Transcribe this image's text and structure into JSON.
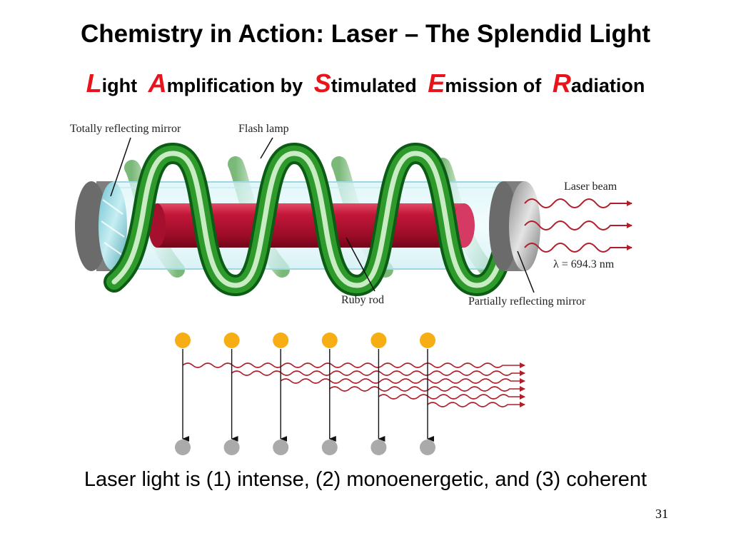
{
  "slide": {
    "title": "Chemistry in Action: Laser – The Splendid Light",
    "acronym": [
      {
        "cap": "L",
        "rest": "ight"
      },
      {
        "cap": "A",
        "rest": "mplification by"
      },
      {
        "cap": "S",
        "rest": "timulated"
      },
      {
        "cap": "E",
        "rest": "mission of"
      },
      {
        "cap": "R",
        "rest": "adiation"
      }
    ],
    "caption": "Laser light is (1) intense, (2) monoenergetic, and (3) coherent",
    "page_number": "31"
  },
  "laser_diagram": {
    "labels": {
      "total_mirror": "Totally reflecting mirror",
      "flash_lamp": "Flash lamp",
      "laser_beam": "Laser beam",
      "wavelength": "λ = 694.3 nm",
      "ruby_rod": "Ruby rod",
      "partial_mirror": "Partially reflecting mirror"
    }
  },
  "stimulated_emission": {
    "atom_count": 6
  },
  "colors": {
    "accent_red": "#e8141b",
    "ruby": "#b8102e",
    "coil_green": "#2f9a2c",
    "excited_atom": "#f7ae14",
    "ground_atom": "#aaaaaa",
    "wave": "#b01e2a"
  }
}
